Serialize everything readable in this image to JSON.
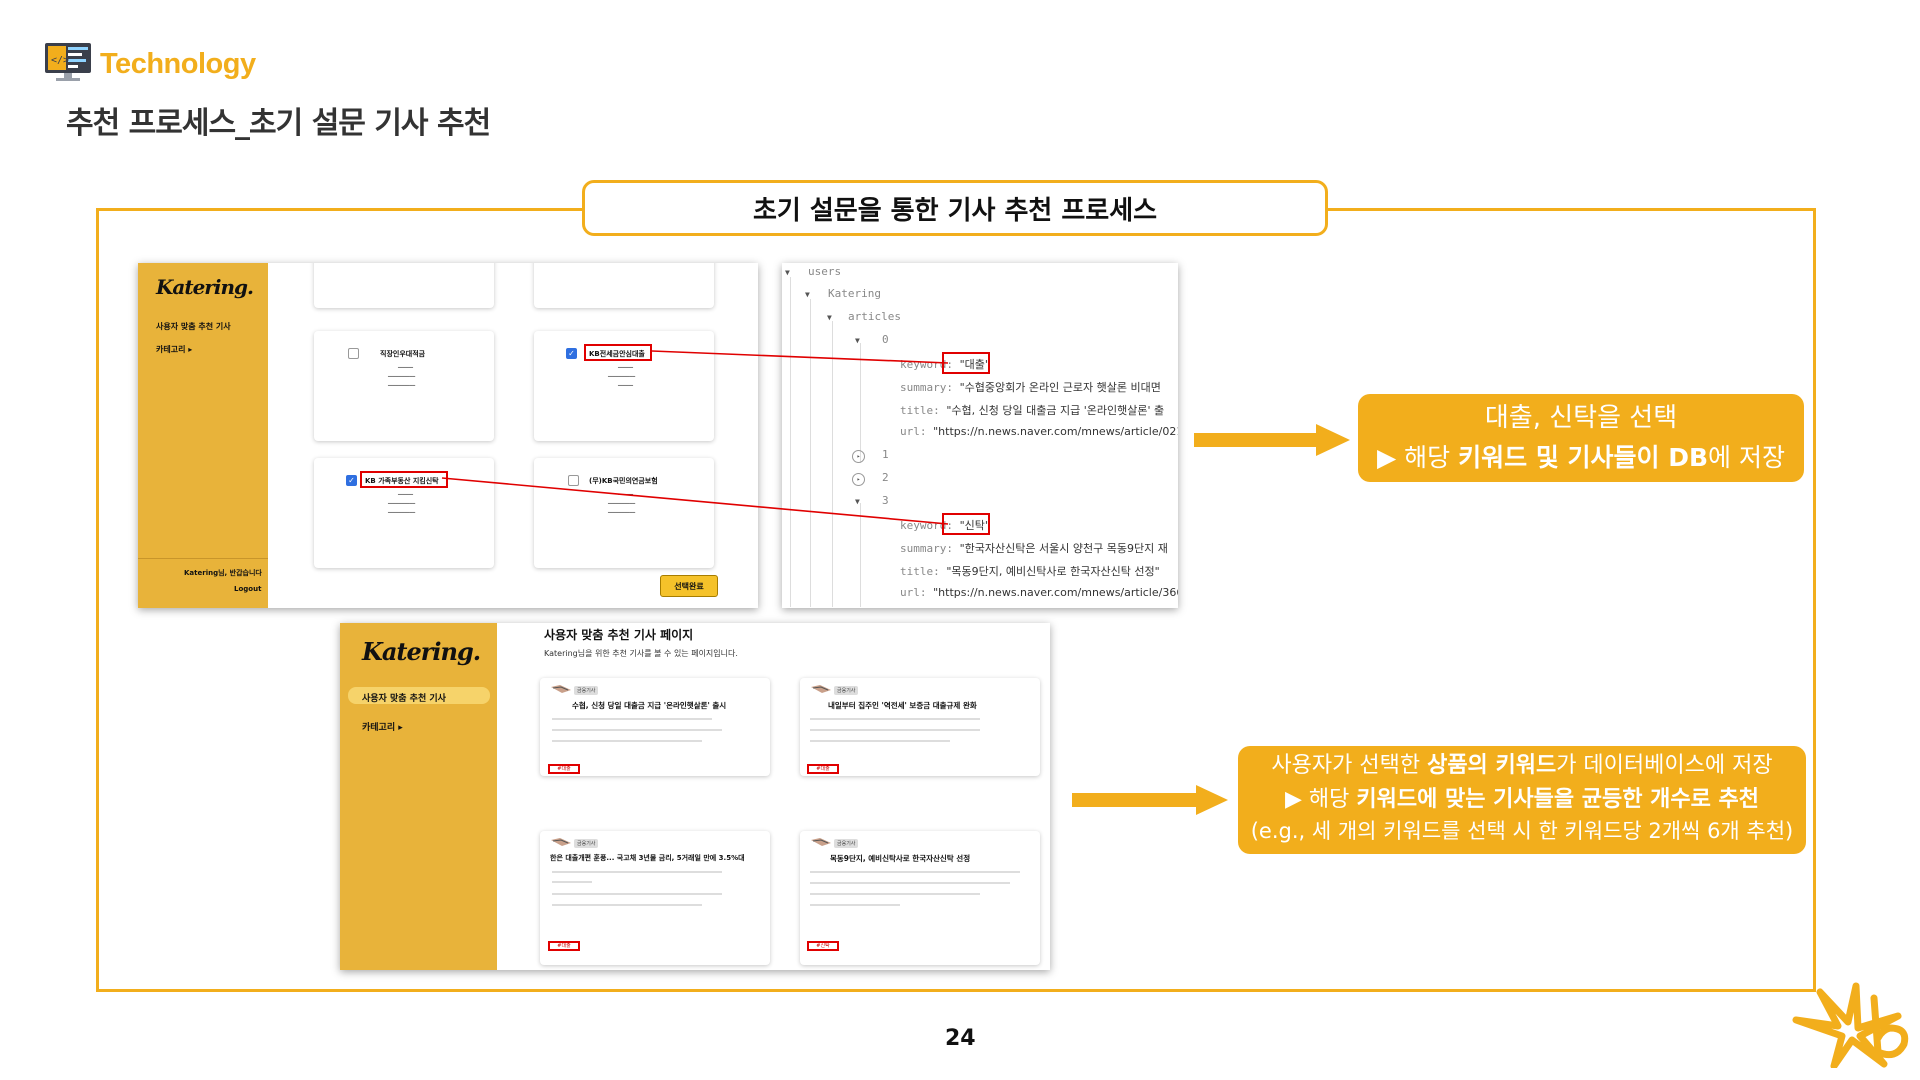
{
  "header": {
    "brand": "Technology",
    "subtitle": "추천 프로세스_초기 설문 기사 추천"
  },
  "frame_title": "초기 설문을 통한 기사 추천 프로세스",
  "shot1": {
    "logo": "Katering.",
    "menu_title": "사용자 맞춤 추천 기사",
    "menu_category": "카테고리 ▸",
    "greeting": "Katering님, 반갑습니다",
    "logout": "Logout",
    "done_button": "선택완료",
    "products": [
      {
        "name": "직장인우대적금",
        "checked": false
      },
      {
        "name": "KB전세금안심대출",
        "checked": true
      },
      {
        "name": "KB 가족부동산 지킴신탁",
        "checked": true
      },
      {
        "name": "(무)KB국민의연금보험",
        "checked": false
      }
    ]
  },
  "shot2": {
    "users": "users",
    "katering": "Katering",
    "articles": "articles",
    "idx0": "0",
    "idx1": "1",
    "idx2": "2",
    "idx3": "3",
    "keyword_label": "keyword:",
    "summary_label": "summary:",
    "title_label": "title:",
    "url_label": "url:",
    "a0_keyword": "\"대출\"",
    "a0_summary": "\"수협중앙회가 온라인 근로자 햇살론 비대면",
    "a0_title": "\"수협, 신청 당일 대출금 지급 '온라인햇살론' 출",
    "a0_url": "\"https://n.news.naver.com/mnews/article/021/0",
    "a3_keyword": "\"신탁\"",
    "a3_summary": "\"한국자산신탁은 서울시 양천구 목동9단지 재",
    "a3_title": "\"목동9단지, 예비신탁사로 한국자산신탁 선정\"",
    "a3_url": "\"https://n.news.naver.com/mnews/article/366/0"
  },
  "shot3": {
    "logo": "Katering.",
    "menu_title": "사용자 맞춤 추천 기사",
    "menu_category": "카테고리 ▸",
    "page_title": "사용자 맞춤 추천 기사 페이지",
    "page_desc": "Katering님을 위한 추천 기사를 볼 수 있는 페이지입니다.",
    "articles": [
      {
        "tag": "금융기사",
        "title": "수협, 신청 당일 대출금 지급 '온라인햇살론' 출시",
        "keyword": "#대출"
      },
      {
        "tag": "금융기사",
        "title": "내일부터 집주인 '역전세' 보증금 대출규제 완화",
        "keyword": "#대출"
      },
      {
        "tag": "금융기사",
        "title": "한은 대출개편 훈풍... 국고채 3년물 금리, 5거래일 만에 3.5%대",
        "keyword": "#대출"
      },
      {
        "tag": "금융기사",
        "title": "목동9단지, 예비신탁사로 한국자산신탁 선정",
        "keyword": "#신탁"
      }
    ]
  },
  "callout1": {
    "line1": "대출, 신탁을 선택",
    "line2_prefix": "▶ 해당 ",
    "line2_bold": "키워드 및 기사들이 DB",
    "line2_suffix": "에 저장"
  },
  "callout2": {
    "line1_prefix": "사용자가 선택한 ",
    "line1_bold": "상품의 키워드",
    "line1_suffix": "가 데이터베이스에 저장",
    "line2_prefix": "▶ 해당 ",
    "line2_bold": "키워드에 맞는 기사들을 균등한 개수로 추천",
    "line3": "(e.g., 세 개의 키워드를 선택 시 한 키워드당 2개씩 6개 추천)"
  },
  "page_number": "24",
  "colors": {
    "accent": "#F2AE1C",
    "sidebar": "#E8B33A",
    "highlight": "#E00000"
  }
}
